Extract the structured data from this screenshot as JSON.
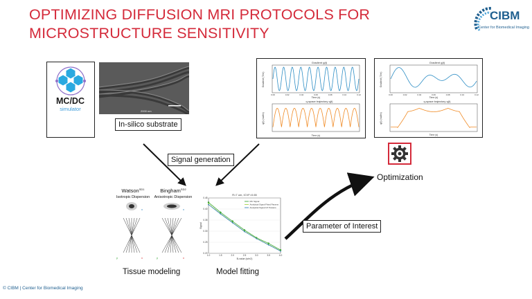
{
  "slide": {
    "title": "OPTIMIZING DIFFUSION MRI PROTOCOLS FOR MICROSTRUCTURE SENSITIVITY",
    "footer": "© CIBM | Center for Biomedical Imaging",
    "accent_color": "#d42a3a",
    "brand_color": "#1f5f8f"
  },
  "logo": {
    "name": "CIBM",
    "subtitle": "Center for Biomedical Imaging",
    "icon": "cibm-logo-icon"
  },
  "simulator": {
    "name": "MC/DC",
    "subtitle": "simulator",
    "icon": "hexagon-molecule-icon"
  },
  "substrate": {
    "label": "In-silico substrate",
    "scale_text": "2000 nm"
  },
  "signal_generation": {
    "label": "Signal generation"
  },
  "parameter_of_interest": {
    "label": "Parameter of Interest"
  },
  "optimization": {
    "label": "Optimization",
    "icon": "gear-icon"
  },
  "gradient_plot_a": {
    "top_title": "Gradient g(t)",
    "bottom_title": "q-space trajectory q(t)",
    "top_ylabel": "Gradient (T/m)",
    "bottom_ylabel": "q(t) (rad/m)",
    "xlabel": "Time (s)",
    "x_ticks": [
      "0.00",
      "0.02",
      "0.04",
      "0.06",
      "0.08",
      "0.10",
      "0.12"
    ]
  },
  "gradient_plot_b": {
    "top_title": "Gradient g(t)",
    "bottom_title": "q-space trajectory q(t)",
    "top_ylabel": "Gradient (T/m)",
    "bottom_ylabel": "q(t) (rad/m)",
    "xlabel": "Time (s)",
    "x_ticks": [
      "0.00",
      "0.02",
      "0.04",
      "0.06",
      "0.08",
      "0.10",
      "0.12"
    ]
  },
  "tissue_models": {
    "label": "Tissue modeling",
    "model1_name": "Watson",
    "model1_sup": "SD1",
    "model1_desc": "Isotropic Dispersion",
    "model2_name": "Bingham",
    "model2_sup": "SD2",
    "model2_desc": "Anisotropic Dispersion"
  },
  "model_fit": {
    "label": "Model fitting",
    "plot_title": "R=7 um, ICVF=0.65",
    "xlabel": "B-value (s/m2)",
    "ylabel": "Signal",
    "legend": [
      "MC Signal",
      "Analytical Signal Fitted Params",
      "Analytical Signal GT Params"
    ]
  },
  "chart_data": {
    "type": "line",
    "title": "R=7 um, ICVF=0.65",
    "xlabel": "B-value (s/m2)",
    "ylabel": "Signal",
    "x": [
      1.0,
      1.5,
      2.0,
      2.5,
      3.0,
      3.5,
      4.0
    ],
    "x_ticks": [
      "1.0",
      "1.5",
      "2.0",
      "2.5",
      "3.0",
      "3.5",
      "4.0"
    ],
    "y_ticks": [
      "0.45",
      "0.40",
      "0.35",
      "0.30",
      "0.25",
      "0.20"
    ],
    "xlim": [
      1.0,
      4.0
    ],
    "ylim": [
      0.2,
      0.45
    ],
    "series": [
      {
        "name": "MC Signal",
        "values": [
          0.43,
          0.385,
          0.345,
          0.305,
          0.27,
          0.245,
          0.215
        ],
        "color": "#2ca02c"
      },
      {
        "name": "Analytical Signal Fitted Params",
        "values": [
          0.425,
          0.38,
          0.34,
          0.3,
          0.268,
          0.24,
          0.212
        ],
        "color": "#9acd32"
      },
      {
        "name": "Analytical Signal GT Params",
        "values": [
          0.42,
          0.378,
          0.338,
          0.298,
          0.266,
          0.238,
          0.21
        ],
        "color": "#1f77b4"
      }
    ],
    "legend_position": "top-right",
    "grid": true
  }
}
